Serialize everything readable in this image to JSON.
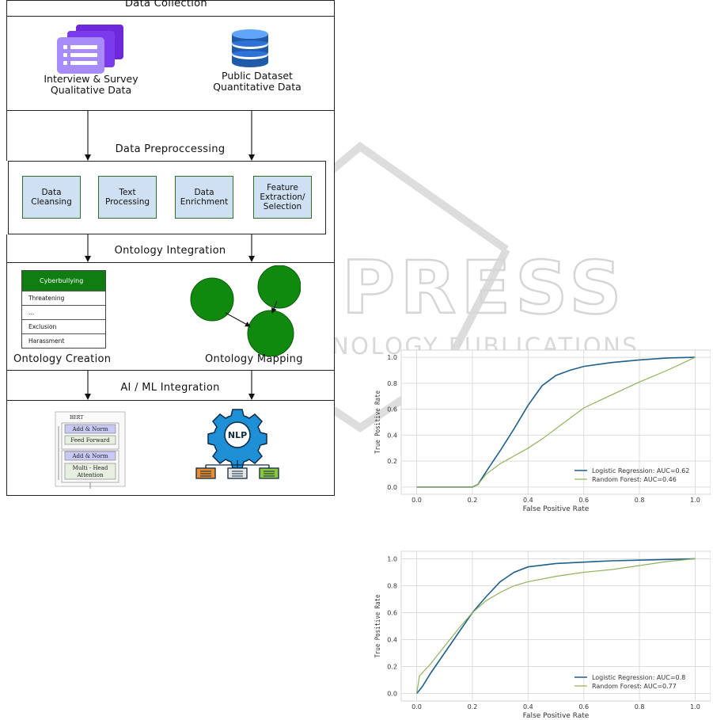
{
  "diagram": {
    "sections": {
      "data_collection": "Data Collection",
      "preprocessing": "Data Preproccessing",
      "ontology_integration": "Ontology Integration",
      "ai_ml_integration": "AI / ML Integration"
    },
    "sources": {
      "qualitative": [
        "Interview & Survey",
        "Qualitative Data"
      ],
      "quantitative": [
        "Public Dataset",
        "Quantitative Data"
      ]
    },
    "preprocessing_steps": [
      [
        "Data",
        "Cleansing"
      ],
      [
        "Text",
        "Processing"
      ],
      [
        "Data",
        "Enrichment"
      ],
      [
        "Feature",
        "Extraction/",
        "Selection"
      ]
    ],
    "ontology": {
      "header": "Cyberbullying",
      "rows": [
        "Threatening",
        "...",
        "Exclusion",
        "Harassment"
      ],
      "creation_label": "Ontology Creation",
      "mapping_label": "Ontology Mapping"
    },
    "bert": {
      "title": "BERT",
      "blocks": [
        "Add & Norm",
        "Feed Forward",
        "Add & Norm",
        "Multi - Head",
        "Attention"
      ]
    },
    "nlp_label": "NLP"
  },
  "watermark": {
    "big": "SCITEPRESS",
    "small": "SCIENCE AND TECHNOLOGY PUBLICATIONS"
  },
  "colors": {
    "logistic": "#1f5f8b",
    "forest": "#8fb35a",
    "green_node": "#0f8a0f",
    "step_fill": "#cfe0f3",
    "purple": "#8b5cf6",
    "db_blue": "#1e5aa8"
  },
  "chart_data": [
    {
      "type": "line",
      "xlabel": "False Positive Rate",
      "ylabel": "True Positive Rate",
      "xlim": [
        0.0,
        1.0
      ],
      "ylim": [
        0.0,
        1.0
      ],
      "xticks": [
        "0.0",
        "0.2",
        "0.4",
        "0.6",
        "0.8",
        "1.0"
      ],
      "yticks": [
        "0.0",
        "0.2",
        "0.4",
        "0.6",
        "0.8",
        "1.0"
      ],
      "grid": true,
      "legend": "bottom-right",
      "series": [
        {
          "name": "Logistic Regression: AUC=0.62",
          "color": "#1f5f8b",
          "x": [
            0,
            0.1,
            0.2,
            0.22,
            0.25,
            0.3,
            0.35,
            0.4,
            0.45,
            0.5,
            0.55,
            0.6,
            0.7,
            0.8,
            0.9,
            1.0
          ],
          "y": [
            0,
            0,
            0,
            0.02,
            0.12,
            0.28,
            0.45,
            0.63,
            0.78,
            0.86,
            0.9,
            0.93,
            0.96,
            0.98,
            0.995,
            1.0
          ]
        },
        {
          "name": "Random Forest: AUC=0.46",
          "color": "#8fb35a",
          "x": [
            0,
            0.1,
            0.2,
            0.22,
            0.25,
            0.3,
            0.35,
            0.4,
            0.45,
            0.5,
            0.55,
            0.6,
            0.7,
            0.8,
            0.9,
            1.0
          ],
          "y": [
            0,
            0,
            0,
            0.02,
            0.1,
            0.18,
            0.24,
            0.3,
            0.37,
            0.45,
            0.53,
            0.61,
            0.71,
            0.81,
            0.9,
            1.0
          ]
        }
      ]
    },
    {
      "type": "line",
      "xlabel": "False Positive Rate",
      "ylabel": "True Positive Rate",
      "xlim": [
        0.0,
        1.0
      ],
      "ylim": [
        0.0,
        1.0
      ],
      "xticks": [
        "0.0",
        "0.2",
        "0.4",
        "0.6",
        "0.8",
        "1.0"
      ],
      "yticks": [
        "0.0",
        "0.2",
        "0.4",
        "0.6",
        "0.8",
        "1.0"
      ],
      "grid": true,
      "legend": "bottom-right",
      "series": [
        {
          "name": "Logistic Regression: AUC=0.8",
          "color": "#1f5f8b",
          "x": [
            0,
            0.02,
            0.05,
            0.1,
            0.15,
            0.2,
            0.25,
            0.3,
            0.35,
            0.4,
            0.5,
            0.6,
            0.7,
            0.8,
            0.9,
            1.0
          ],
          "y": [
            0,
            0.05,
            0.15,
            0.3,
            0.45,
            0.6,
            0.72,
            0.83,
            0.9,
            0.94,
            0.965,
            0.975,
            0.985,
            0.99,
            0.995,
            1.0
          ]
        },
        {
          "name": "Random Forest: AUC=0.77",
          "color": "#8fb35a",
          "x": [
            0,
            0.01,
            0.05,
            0.1,
            0.15,
            0.2,
            0.25,
            0.3,
            0.35,
            0.4,
            0.5,
            0.6,
            0.7,
            0.8,
            0.9,
            1.0
          ],
          "y": [
            0,
            0.13,
            0.22,
            0.35,
            0.48,
            0.6,
            0.69,
            0.75,
            0.8,
            0.83,
            0.87,
            0.9,
            0.92,
            0.95,
            0.98,
            1.0
          ]
        }
      ]
    }
  ]
}
